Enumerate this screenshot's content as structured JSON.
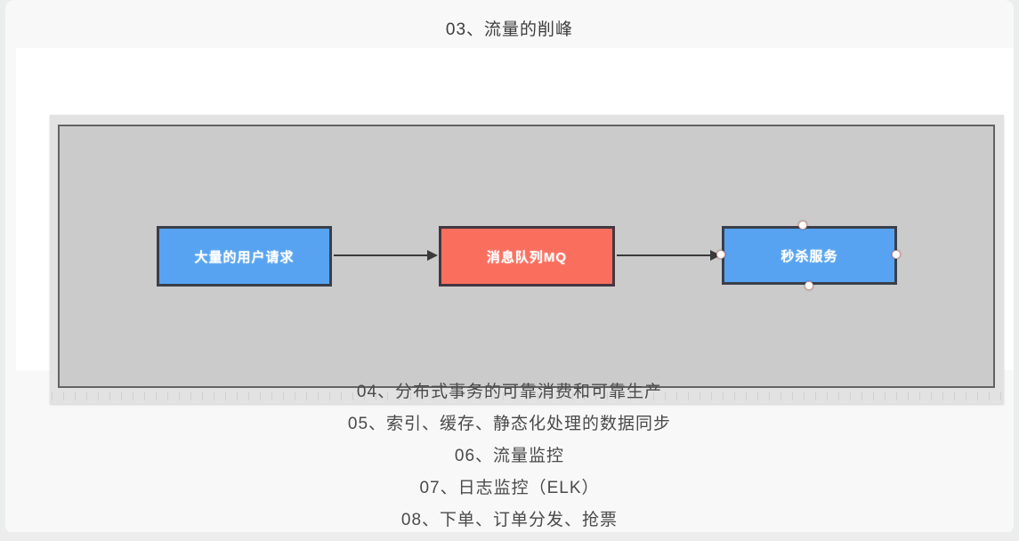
{
  "title": "03、流量的削峰",
  "diagram": {
    "nodes": [
      {
        "id": "user-requests",
        "label": "大量的用户请求",
        "fill": "#57a3f1",
        "selected": false
      },
      {
        "id": "message-queue",
        "label": "消息队列MQ",
        "fill": "#fa6e5e",
        "selected": false
      },
      {
        "id": "seckill-service",
        "label": "秒杀服务",
        "fill": "#57a3f1",
        "selected": true
      }
    ],
    "edges": [
      {
        "from": "大量的用户请求",
        "to": "消息队列MQ",
        "style": "arrow"
      },
      {
        "from": "消息队列MQ",
        "to": "秒杀服务",
        "style": "arrow"
      }
    ],
    "canvas_color": "#cbcbcb",
    "border_color": "#636363"
  },
  "outline": {
    "items": [
      "04、分布式事务的可靠消费和可靠生产",
      "05、索引、缓存、静态化处理的数据同步",
      "06、流量监控",
      "07、日志监控（ELK）",
      "08、下单、订单分发、抢票"
    ]
  },
  "colors": {
    "accent_blue": "#57a3f1",
    "accent_red": "#fa6e5e",
    "node_border": "#3a3f4a",
    "arrow": "#3a3a3a",
    "handle_ring": "#dc9a92",
    "text": "#4a4a4a"
  }
}
